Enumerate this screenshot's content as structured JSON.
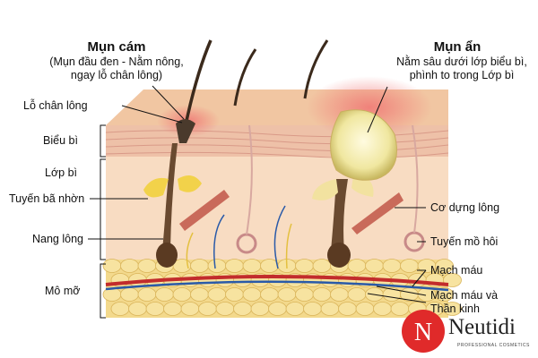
{
  "titles": {
    "left": {
      "title": "Mụn cám",
      "line1": "(Mụn đầu đen - Nằm nông,",
      "line2": "ngay lỗ chân lông)"
    },
    "right": {
      "title": "Mụn ẩn",
      "line1": "Nằm sâu dưới lớp biểu bì,",
      "line2": "phình to trong Lớp bì"
    }
  },
  "labels_left": [
    "Lỗ chân lông",
    "Biểu bì",
    "Lớp bì",
    "Tuyến bã nhờn",
    "Nang lông",
    "Mô mỡ"
  ],
  "labels_right": [
    "Cơ dựng lông",
    "Tuyến mồ hôi",
    "Mạch máu",
    "Mạch máu và",
    "Thần kinh"
  ],
  "logo": {
    "name": "Neutidi",
    "tagline": "PROFESSIONAL COSMETICS",
    "mark": "N",
    "color": "#e02a2a"
  }
}
